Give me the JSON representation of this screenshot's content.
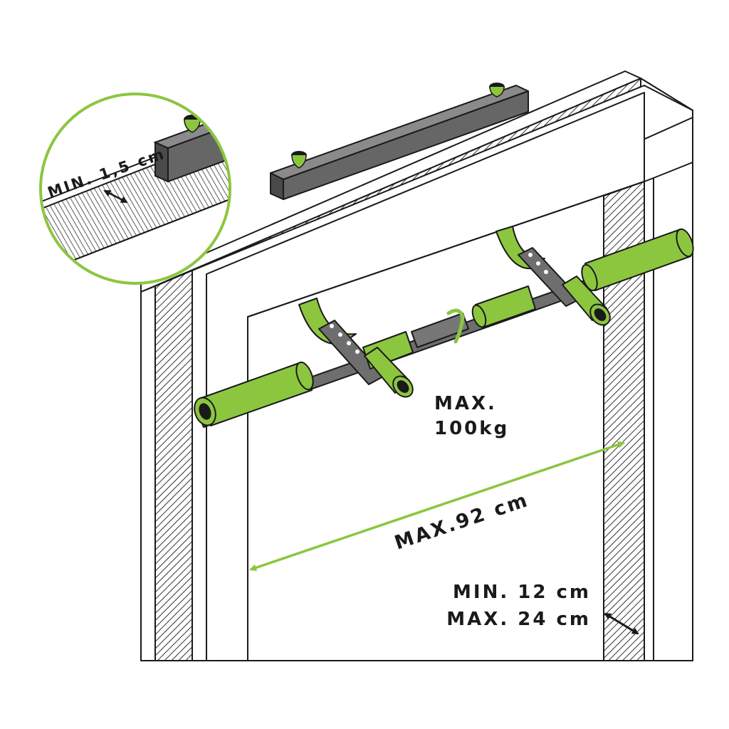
{
  "labels": {
    "min_gap": "MIN. 1,5 cm",
    "max_load_line1": "MAX.",
    "max_load_line2": "100kg",
    "max_width": "MAX.92 cm",
    "min_depth": "MIN. 12 cm",
    "max_depth": "MAX. 24 cm"
  },
  "colors": {
    "accent_green": "#8cc63f",
    "dark_green": "#4f7a1f",
    "metal": "#6e6e6e",
    "metal_dark": "#4a4a4a",
    "outline": "#1a1a1a"
  },
  "icons": {
    "dimension_arrow": "double-headed-arrow",
    "detail_callout": "magnifier-circle"
  }
}
